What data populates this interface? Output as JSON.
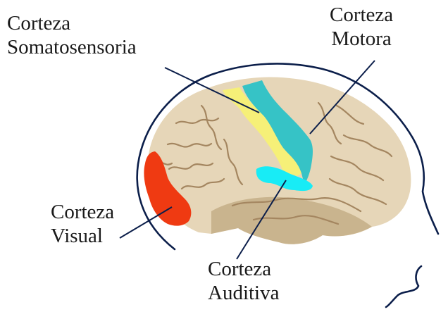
{
  "labels": {
    "somatosensory": {
      "line1": "Corteza",
      "line2": "Somatosensoria"
    },
    "motor": {
      "line1": "Corteza",
      "line2": "Motora"
    },
    "visual": {
      "line1": "Corteza",
      "line2": "Visual"
    },
    "auditory": {
      "line1": "Corteza",
      "line2": "Auditiva"
    }
  },
  "colors": {
    "brain": "#e6d6b8",
    "brain_shadow": "#c9b48e",
    "sulci": "#a48660",
    "outline": "#0b1e4a",
    "somatosensory": "#f6f078",
    "motor": "#36c3c6",
    "auditory": "#18ecf6",
    "visual": "#ef3a12",
    "text": "#1a1a1a"
  }
}
